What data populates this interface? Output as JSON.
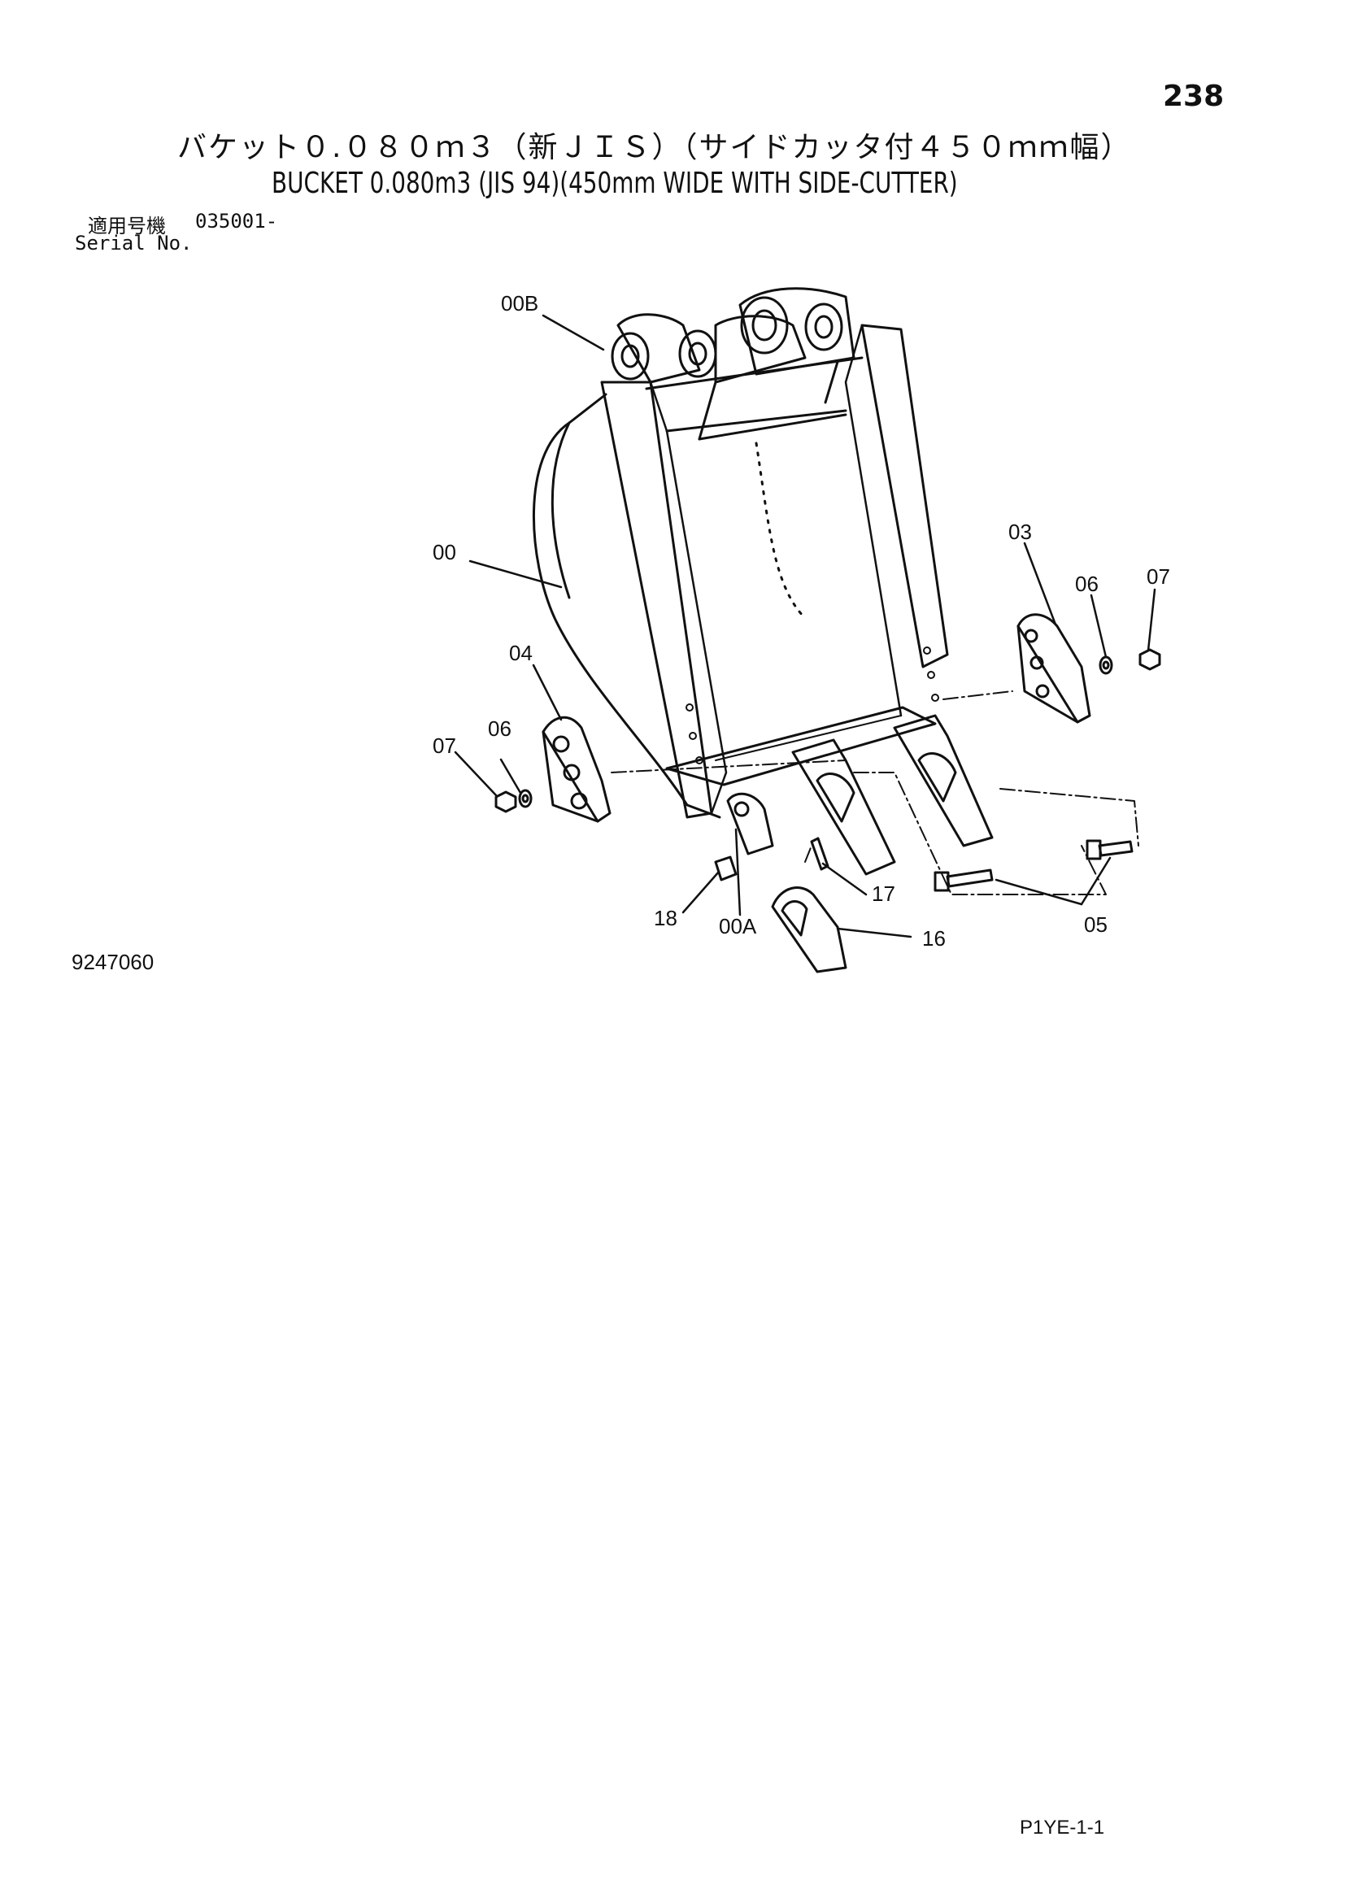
{
  "header": {
    "page_number": "238",
    "title_jp": "バケット０.０８０ｍ３（新ＪＩＳ）（サイドカッタ付４５０ｍｍ幅）",
    "title_en": "BUCKET 0.080m3 (JIS 94)(450mm WIDE WITH SIDE-CUTTER)",
    "serial_label_jp": "適用号機",
    "serial_value": "035001-",
    "serial_label_en": "Serial No."
  },
  "diagram": {
    "part_labels": [
      "00B",
      "00",
      "03",
      "06",
      "07",
      "04",
      "06",
      "07",
      "17",
      "18",
      "00A",
      "16",
      "05"
    ]
  },
  "footer": {
    "figure_number": "9247060",
    "page_code": "P1YE-1-1"
  }
}
